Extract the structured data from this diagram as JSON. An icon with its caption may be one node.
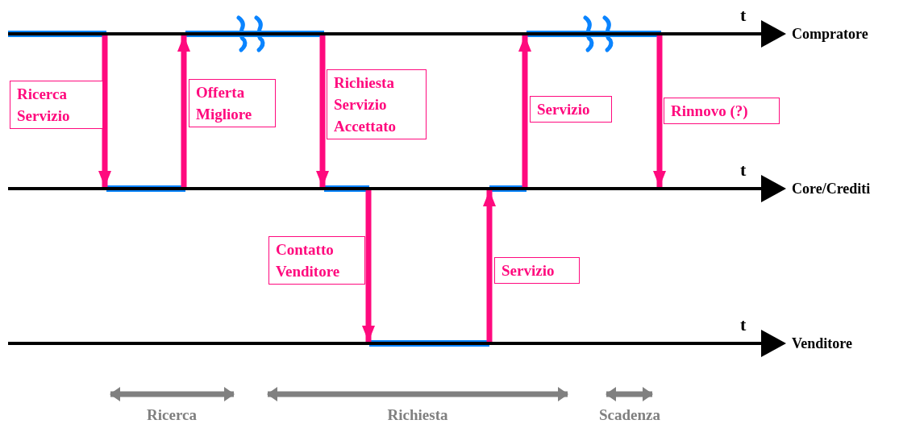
{
  "diagram": {
    "nodes": [
      {
        "text": [
          "Compratore"
        ]
      },
      {
        "text": [
          "Core/Crediti"
        ]
      },
      {
        "text": [
          "Venditore"
        ]
      }
    ],
    "edges": [
      {
        "from": 0,
        "to": 1,
        "arrow": "to",
        "label": "Ricerca Servizio"
      },
      {
        "from": 1,
        "to": 0,
        "arrow": "to",
        "label": "Offerta Migliore"
      },
      {
        "from": 0,
        "to": 1,
        "arrow": "to",
        "label": "Richiesta Servizio Accettato"
      },
      {
        "from": 1,
        "to": 2,
        "arrow": "to",
        "label": "Contatto Venditore"
      },
      {
        "from": 2,
        "to": 1,
        "arrow": "to",
        "label": "Servizio"
      },
      {
        "from": 1,
        "to": 0,
        "arrow": "to",
        "label": "Servizio"
      },
      {
        "from": 0,
        "to": 1,
        "arrow": "to",
        "label": "Rinnovo (?)"
      }
    ],
    "labels": [
      "t",
      "t",
      "t",
      "Ricerca",
      "Richiesta",
      "Scadenza"
    ]
  }
}
